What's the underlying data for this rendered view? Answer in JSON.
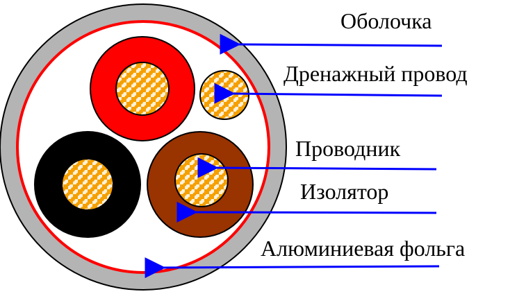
{
  "labels": {
    "sheath": "Оболочка",
    "drain_wire": "Дренажный провод",
    "conductor": "Проводник",
    "insulator": "Изолятор",
    "foil": "Алюминиевая фольга"
  },
  "colors": {
    "sheath": "#b4b4b4",
    "foil": "#ff0000",
    "core_red": "#ff0000",
    "core_black": "#000000",
    "core_brown": "#993300",
    "conductor_orange": "#f5a000",
    "conductor_light": "#ffffff",
    "arrow": "#0000ff",
    "outline": "#000000"
  }
}
